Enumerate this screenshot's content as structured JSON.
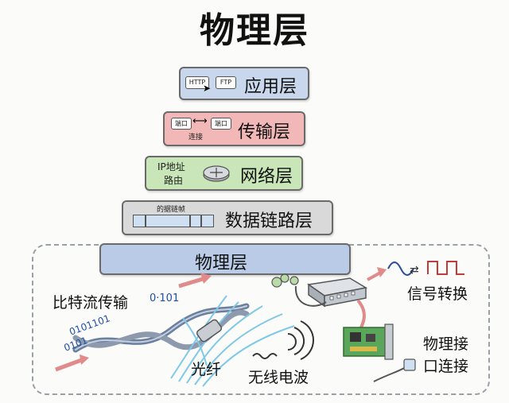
{
  "title": "物理层",
  "layers": {
    "app": {
      "name": "应用层",
      "http": "HTTP",
      "ftp": "FTP",
      "color": "#c9d7ec"
    },
    "transport": {
      "name": "传输层",
      "port_a": "端口",
      "port_b": "端口",
      "conn": "连接",
      "color": "#f2b8b8"
    },
    "network": {
      "name": "网络层",
      "note_line1": "IP地址",
      "note_line2": "路由",
      "color": "#c8e6b8"
    },
    "datalink": {
      "name": "数据链路层",
      "frame": "的据链帧",
      "color": "#d9d9d9"
    },
    "physical": {
      "name": "物理层",
      "color": "#b9cbe6"
    }
  },
  "labels": {
    "bitstream": "比特流传输",
    "bits_right": "0·101",
    "bits_left": "0101101",
    "bits_bottom": "0101",
    "fiber": "光纤",
    "wireless": "无线电波",
    "signal": "信号转换",
    "iface_line1": "物理接",
    "iface_line2": "口连接"
  },
  "icons": [
    "cursor-icon",
    "router-icon",
    "switch-icon",
    "network-card-icon",
    "cable-icon",
    "wave-icon",
    "square-wave-icon",
    "arrow-icon"
  ]
}
